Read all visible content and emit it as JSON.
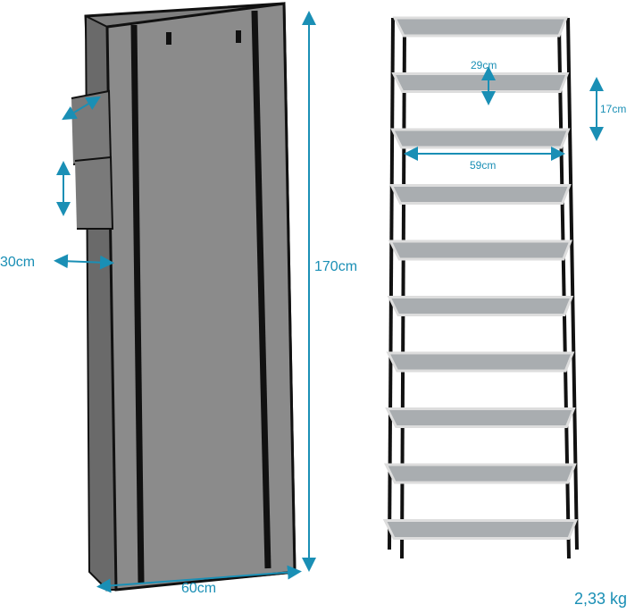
{
  "dimensions": {
    "depth": "30cm",
    "height": "170cm",
    "width": "60cm",
    "shelf_depth": "29cm",
    "shelf_spacing": "17cm",
    "shelf_width": "59cm"
  },
  "weight": "2,33 kg",
  "colors": {
    "accent": "#1a8fb5",
    "fabric": "#8a8a8a",
    "frame": "#111111"
  }
}
